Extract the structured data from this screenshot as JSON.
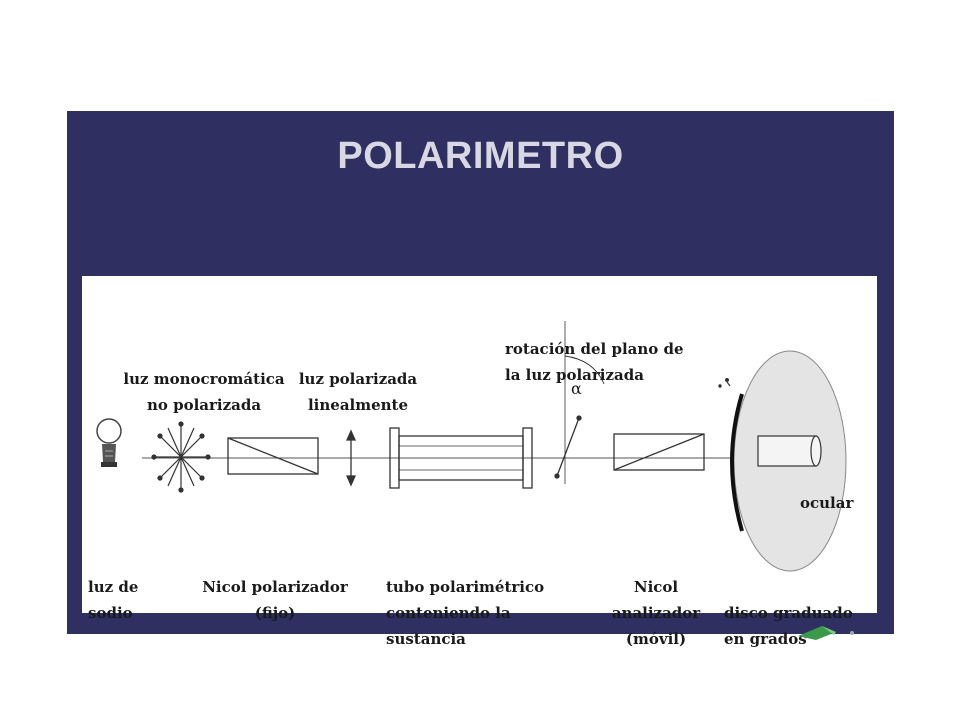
{
  "title": "POLARIMETRO",
  "labels": {
    "luz_mono": [
      "luz monocromática",
      "no polarizada"
    ],
    "luz_pol": [
      "luz polarizada",
      "linealmente"
    ],
    "rotacion": [
      "rotación del plano de",
      "la luz polarizada"
    ],
    "alpha": "α",
    "ocular": "ocular",
    "luz_sodio": [
      "luz de",
      "sodio"
    ],
    "nicol_pol": [
      "Nicol polarizador",
      "(fijo)"
    ],
    "tubo": [
      "tubo polarimétrico",
      "conteniendo la",
      "sustancia"
    ],
    "nicol_an": [
      "Nicol",
      "analizador",
      "(móvil)"
    ],
    "disco": [
      "disco graduado",
      "en grados"
    ]
  },
  "colors": {
    "slide": "#2f2f61",
    "title": "#d8d8e4",
    "ink": "#1a1a1a",
    "corner_icon": "#3a9a4a"
  }
}
